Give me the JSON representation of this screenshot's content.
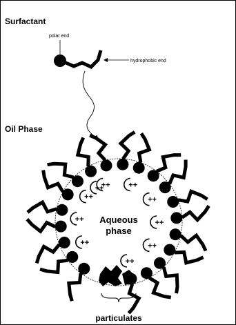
{
  "labels": {
    "surfactant": "Surfactant",
    "polar_end": "polar end",
    "hydrophobic_end": "hydrophobic end",
    "oil_phase": "Oil Phase",
    "aqueous_line1": "Aqueous",
    "aqueous_line2": "phase",
    "particulates": "particulates",
    "charge": "++"
  },
  "colors": {
    "ink": "#000000",
    "paper": "#ffffff"
  }
}
